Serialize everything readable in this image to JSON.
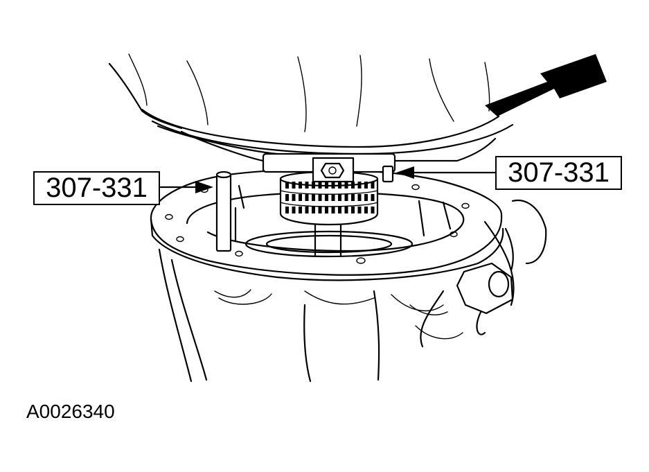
{
  "callouts": {
    "left_tool": "307-331",
    "right_tool": "307-331"
  },
  "figure_id": "A0026340",
  "icons": [
    "direction-arrow-icon"
  ]
}
